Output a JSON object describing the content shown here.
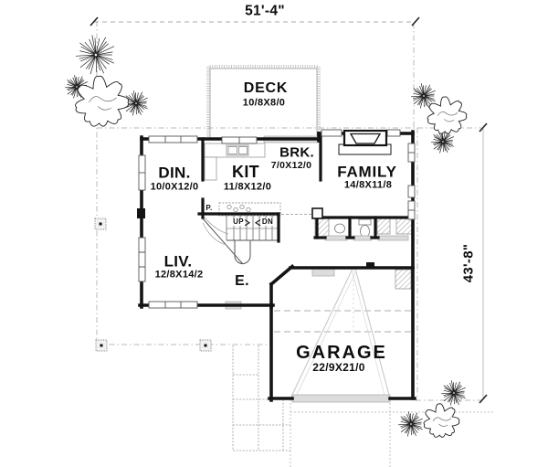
{
  "plan": {
    "width_dim": "51'-4\"",
    "height_dim": "43'-8\""
  },
  "rooms": {
    "deck": {
      "name": "DECK",
      "size": "10/8X8/0"
    },
    "breakfast": {
      "name": "BRK.",
      "size": "7/0X12/0"
    },
    "dining": {
      "name": "DIN.",
      "size": "10/0X12/0"
    },
    "kitchen": {
      "name": "KIT",
      "size": "11/8X12/0"
    },
    "family": {
      "name": "FAMILY",
      "size": "14/8X11/8"
    },
    "living": {
      "name": "LIV.",
      "size": "12/8X14/2"
    },
    "entry": {
      "name": "E."
    },
    "garage": {
      "name": "GARAGE",
      "size": "22/9X21/0"
    }
  },
  "labels": {
    "pantry": "P.",
    "stairs_up": "UP",
    "stairs_down": "DN"
  },
  "colors": {
    "wall": "#141414",
    "dimension_gray": "#aaaaaa",
    "overhang_gray": "#b8b8b8"
  }
}
